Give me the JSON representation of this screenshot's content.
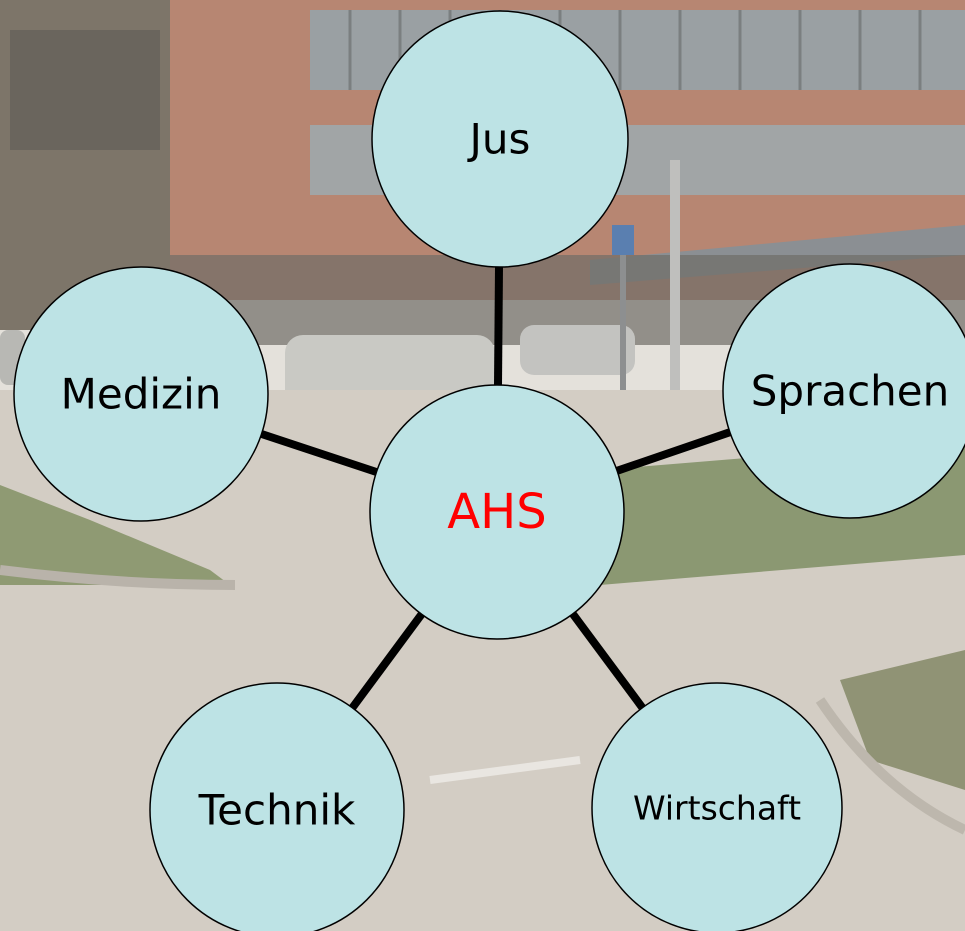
{
  "diagram": {
    "center": {
      "label": "AHS",
      "label_color": "#ff0000"
    },
    "branches": [
      {
        "id": "jus",
        "label": "Jus"
      },
      {
        "id": "sprachen",
        "label": "Sprachen"
      },
      {
        "id": "wirtschaft",
        "label": "Wirtschaft"
      },
      {
        "id": "technik",
        "label": "Technik"
      },
      {
        "id": "medizin",
        "label": "Medizin"
      }
    ],
    "node_fill": "#bde3e5",
    "node_stroke": "#000000",
    "connector_color": "#000000",
    "label_color": "#000000"
  },
  "background": {
    "subject": "photo of a school building with parking lot and road",
    "sky": "#e6e3dd",
    "facade_brick": "#b4806a",
    "window_band": "#8e9294",
    "road": "#d1cbc2",
    "grass": "#8f9a73"
  }
}
